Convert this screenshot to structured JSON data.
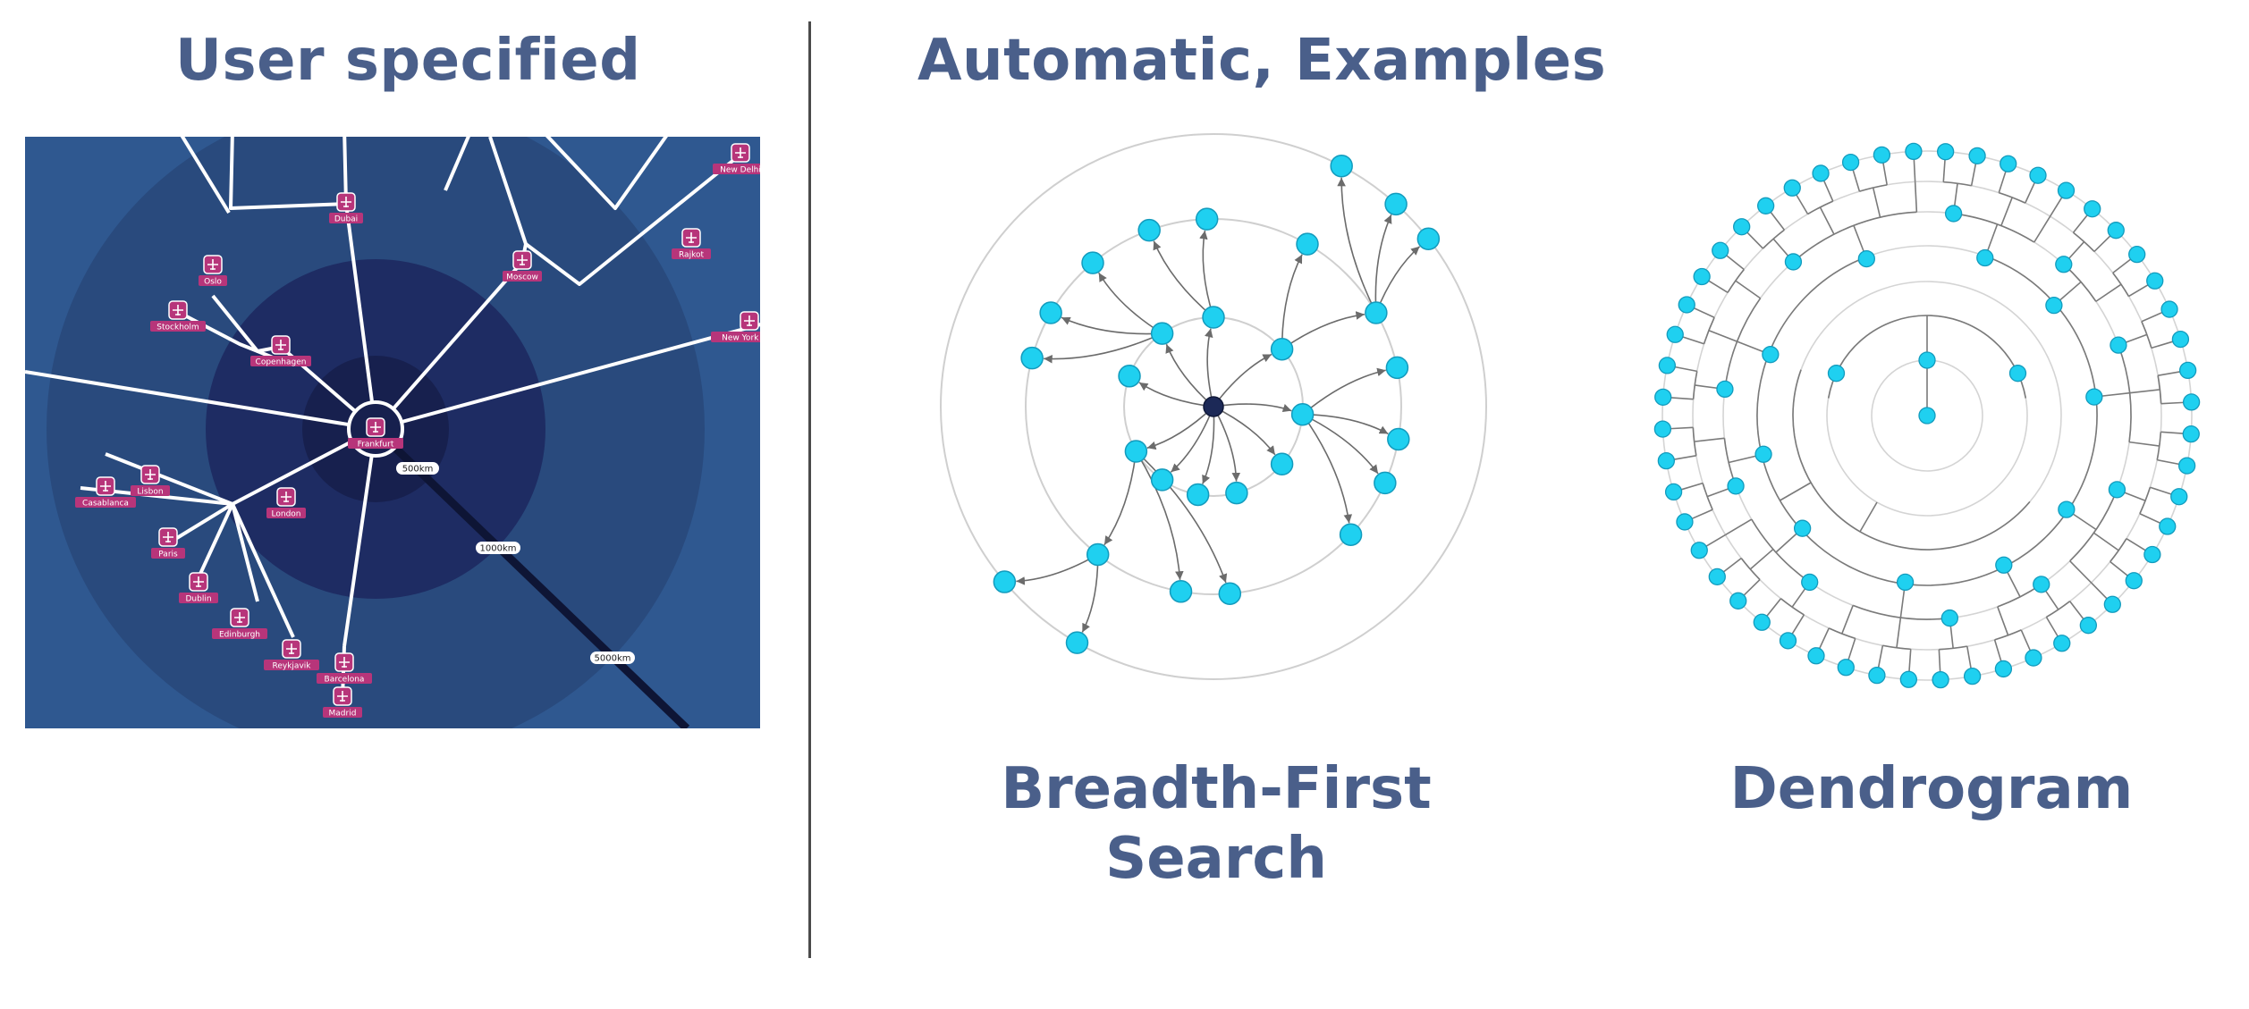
{
  "left_title": "User specified",
  "right_title": "Automatic, Examples",
  "caption_bfs_line1": "Breadth-First",
  "caption_bfs_line2": "Search",
  "caption_dendrogram": "Dendrogram",
  "map": {
    "center_city": "Frankfurt",
    "cities": [
      "Dubai",
      "Oslo",
      "Stockholm",
      "Copenhagen",
      "Moscow",
      "New Delhi",
      "Rajkot",
      "New York City",
      "Lisbon",
      "Casablanca",
      "Paris",
      "London",
      "Dublin",
      "Edinburgh",
      "Reykjavik",
      "Barcelona",
      "Madrid"
    ],
    "distance_labels": [
      "500km",
      "1000km",
      "5000km"
    ]
  },
  "colors": {
    "heading": "#4a5f8a",
    "map_background": "#2f5890",
    "map_ring_outer": "#294a7d",
    "map_ring_mid": "#1e2c63",
    "map_ring_inner": "#17204e",
    "city_pin": "#b7357a",
    "node_fill": "#1fd0f0",
    "node_stroke": "#139bbd",
    "root_node": "#1c2957"
  },
  "icons": {
    "city_marker": "airplane-pin-icon"
  }
}
